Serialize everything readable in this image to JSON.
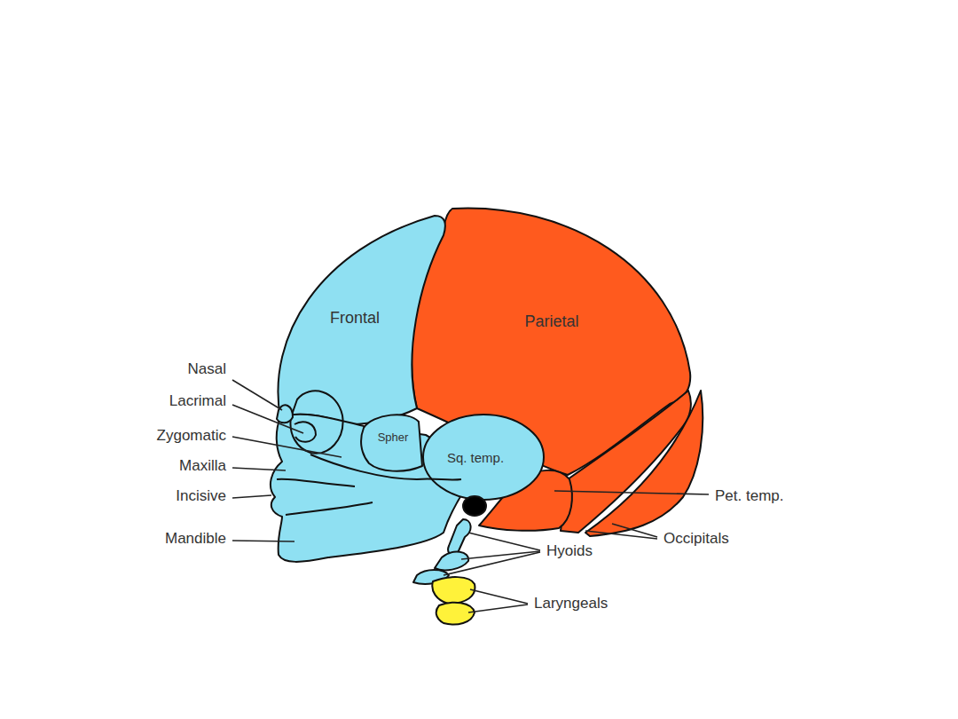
{
  "diagram": {
    "labels": [
      "Frontal",
      "Parietal",
      "Nasal",
      "Lacrimal",
      "Zygomatic",
      "Maxilla",
      "Incisive",
      "Mandible",
      "Spher",
      "Sq. temp.",
      "Pet. temp.",
      "Occipitals",
      "Hyoids",
      "Laryngeals"
    ]
  }
}
